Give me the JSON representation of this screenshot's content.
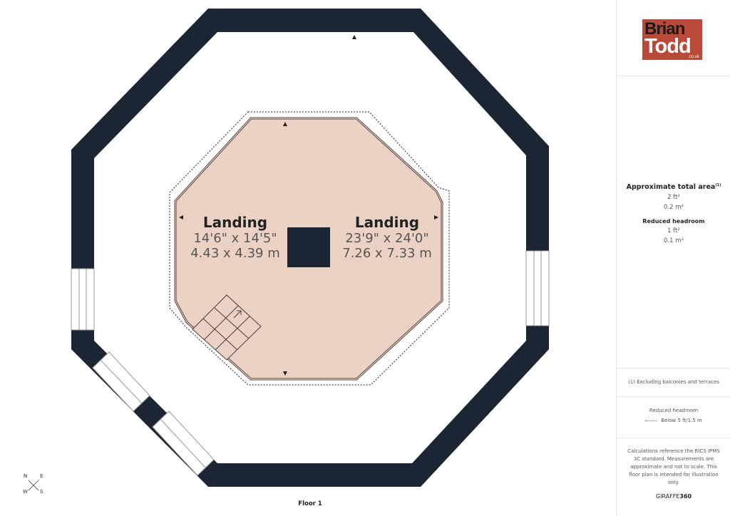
{
  "plan": {
    "floor_label": "Floor 1",
    "rooms": [
      {
        "name": "Landing",
        "imperial": "14'6\" x 14'5\"",
        "metric": "4.43 x 4.39 m"
      },
      {
        "name": "Landing",
        "imperial": "23'9\" x 24'0\"",
        "metric": "7.26 x 7.33 m"
      }
    ],
    "compass": {
      "n": "N",
      "e": "E",
      "s": "S",
      "w": "W"
    },
    "colors": {
      "wall": "#1c2533",
      "room": "#ecd2c4",
      "brand": "#b94a3a"
    }
  },
  "sidebar": {
    "logo": {
      "line1": "Brian",
      "line2": "Todd",
      "domain": ".co.uk"
    },
    "total_area_title": "Approximate total area",
    "total_area_note_mark": "(1)",
    "total_ft": "2 ft²",
    "total_m": "0.2 m²",
    "reduced_title": "Reduced headroom",
    "reduced_ft": "1 ft²",
    "reduced_m": "0.1 m²",
    "footnote": "(1) Excluding balconies and terraces",
    "legend_title": "Reduced headroom",
    "legend_item": "Below 5 ft/1.5 m",
    "disclaimer": "Calculations reference the RICS IPMS 3C standard. Measurements are approximate and not to scale. This floor plan is intended for illustration only.",
    "brand_a": "GIRAFFE",
    "brand_b": "360"
  }
}
